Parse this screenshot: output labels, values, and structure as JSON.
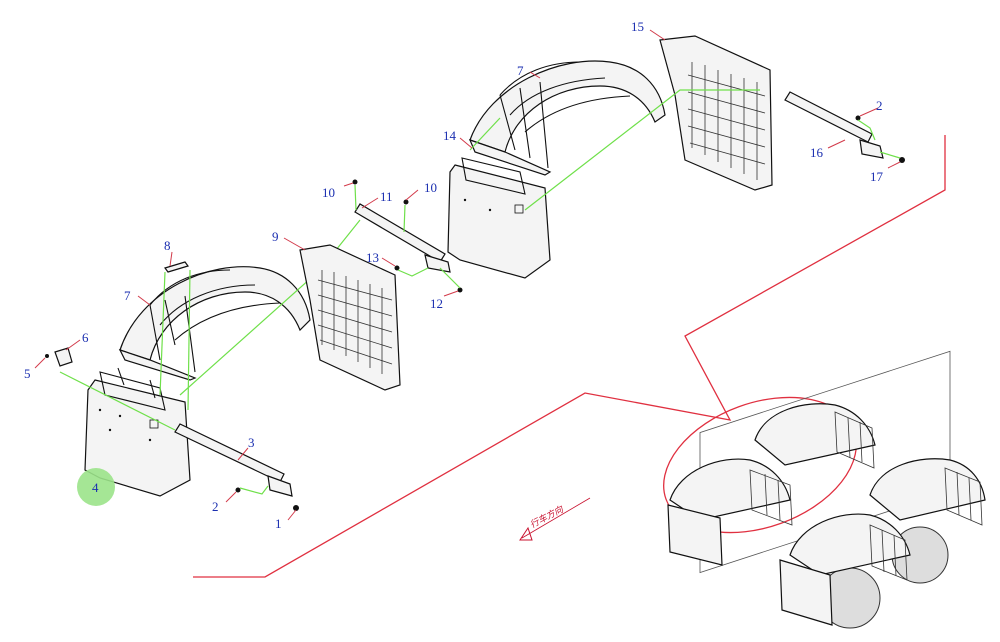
{
  "callouts": [
    {
      "id": "c1",
      "text": "1"
    },
    {
      "id": "c2a",
      "text": "2"
    },
    {
      "id": "c2b",
      "text": "2"
    },
    {
      "id": "c3",
      "text": "3"
    },
    {
      "id": "c4",
      "text": "4"
    },
    {
      "id": "c5",
      "text": "5"
    },
    {
      "id": "c6",
      "text": "6"
    },
    {
      "id": "c7a",
      "text": "7"
    },
    {
      "id": "c7b",
      "text": "7"
    },
    {
      "id": "c8",
      "text": "8"
    },
    {
      "id": "c9",
      "text": "9"
    },
    {
      "id": "c10a",
      "text": "10"
    },
    {
      "id": "c10b",
      "text": "10"
    },
    {
      "id": "c11",
      "text": "11"
    },
    {
      "id": "c12",
      "text": "12"
    },
    {
      "id": "c13",
      "text": "13"
    },
    {
      "id": "c14",
      "text": "14"
    },
    {
      "id": "c15",
      "text": "15"
    },
    {
      "id": "c16",
      "text": "16"
    },
    {
      "id": "c17",
      "text": "17"
    }
  ],
  "direction_label": "行车方向",
  "colors": {
    "callout_text": "#1b2fb0",
    "leader": "#d23a4a",
    "guide": "#6fe04a",
    "highlight": "#9be38a",
    "frame_callout": "#e03040"
  }
}
